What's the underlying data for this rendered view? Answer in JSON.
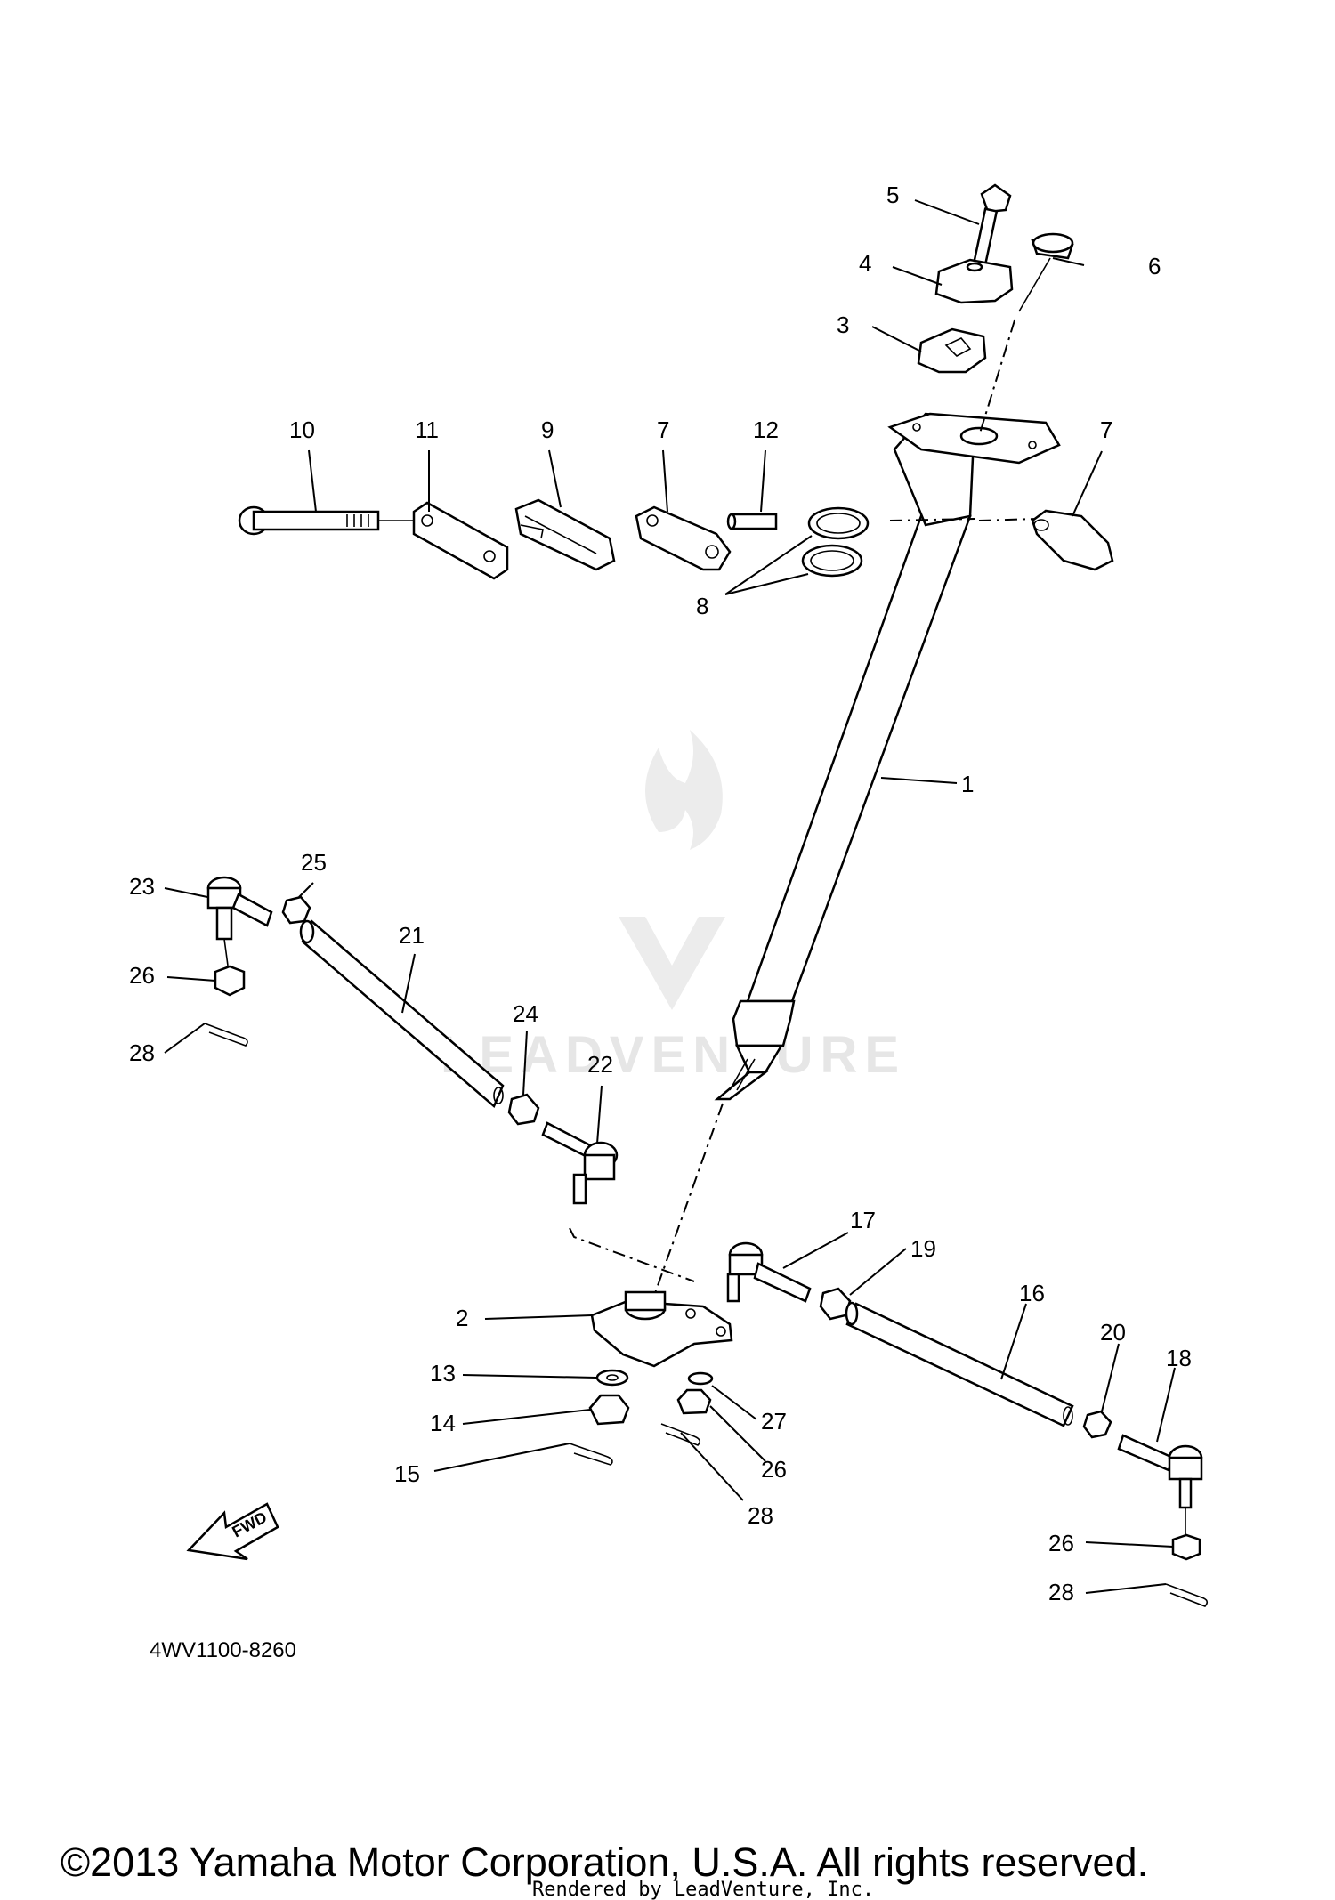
{
  "diagram": {
    "figure_code": "4WV1100-8260",
    "fwd_label": "FWD",
    "watermark_text": "LEADVENTURE",
    "copyright": "©2013 Yamaha Motor Corporation, U.S.A. All rights reserved.",
    "rendered_by": "Rendered by LeadVenture, Inc.",
    "callouts": {
      "c1": "1",
      "c2": "2",
      "c3": "3",
      "c4": "4",
      "c5": "5",
      "c6": "6",
      "c7a": "7",
      "c7b": "7",
      "c8": "8",
      "c9": "9",
      "c10": "10",
      "c11": "11",
      "c12": "12",
      "c13": "13",
      "c14": "14",
      "c15": "15",
      "c16": "16",
      "c17": "17",
      "c18": "18",
      "c19": "19",
      "c20": "20",
      "c21": "21",
      "c22": "22",
      "c23": "23",
      "c24": "24",
      "c25": "25",
      "c26a": "26",
      "c26b": "26",
      "c26c": "26",
      "c27": "27",
      "c28a": "28",
      "c28b": "28",
      "c28c": "28"
    }
  }
}
